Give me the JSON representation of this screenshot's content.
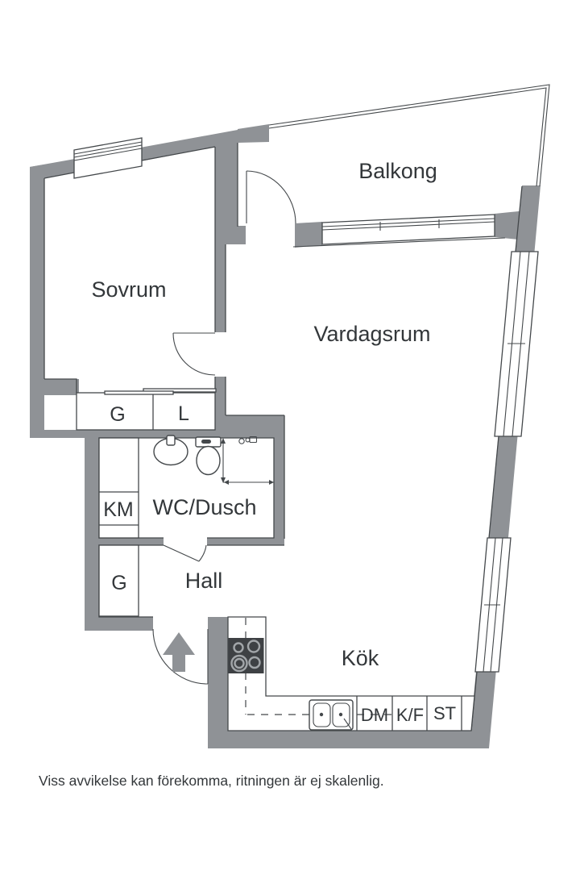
{
  "floorplan": {
    "rooms": {
      "balcony": {
        "label": "Balkong"
      },
      "bedroom": {
        "label": "Sovrum"
      },
      "living": {
        "label": "Vardagsrum"
      },
      "bath": {
        "label": "WC/Dusch"
      },
      "hall": {
        "label": "Hall"
      },
      "kitchen": {
        "label": "Kök"
      }
    },
    "units": {
      "bedroom_wardrobe": {
        "label": "G"
      },
      "bedroom_linen": {
        "label": "L"
      },
      "washing_machine": {
        "label": "KM"
      },
      "hall_wardrobe": {
        "label": "G"
      },
      "dishwasher": {
        "label": "DM"
      },
      "fridge_freezer": {
        "label": "K/F"
      },
      "cleaning_cabinet": {
        "label": "ST"
      }
    },
    "icons": [
      "window-icon",
      "door-swing-icon",
      "toilet-icon",
      "washbasin-icon",
      "shower-mixer-icon",
      "stove-icon",
      "kitchen-sink-icon",
      "entrance-arrow-icon"
    ],
    "disclaimer": "Viss avvikelse kan förekomma, ritningen är ej skalenlig.",
    "colors": {
      "wall": "#8f9296",
      "outline": "#44484b",
      "stove": "#3e4144",
      "text": "#33373a",
      "background": "#ffffff"
    }
  }
}
